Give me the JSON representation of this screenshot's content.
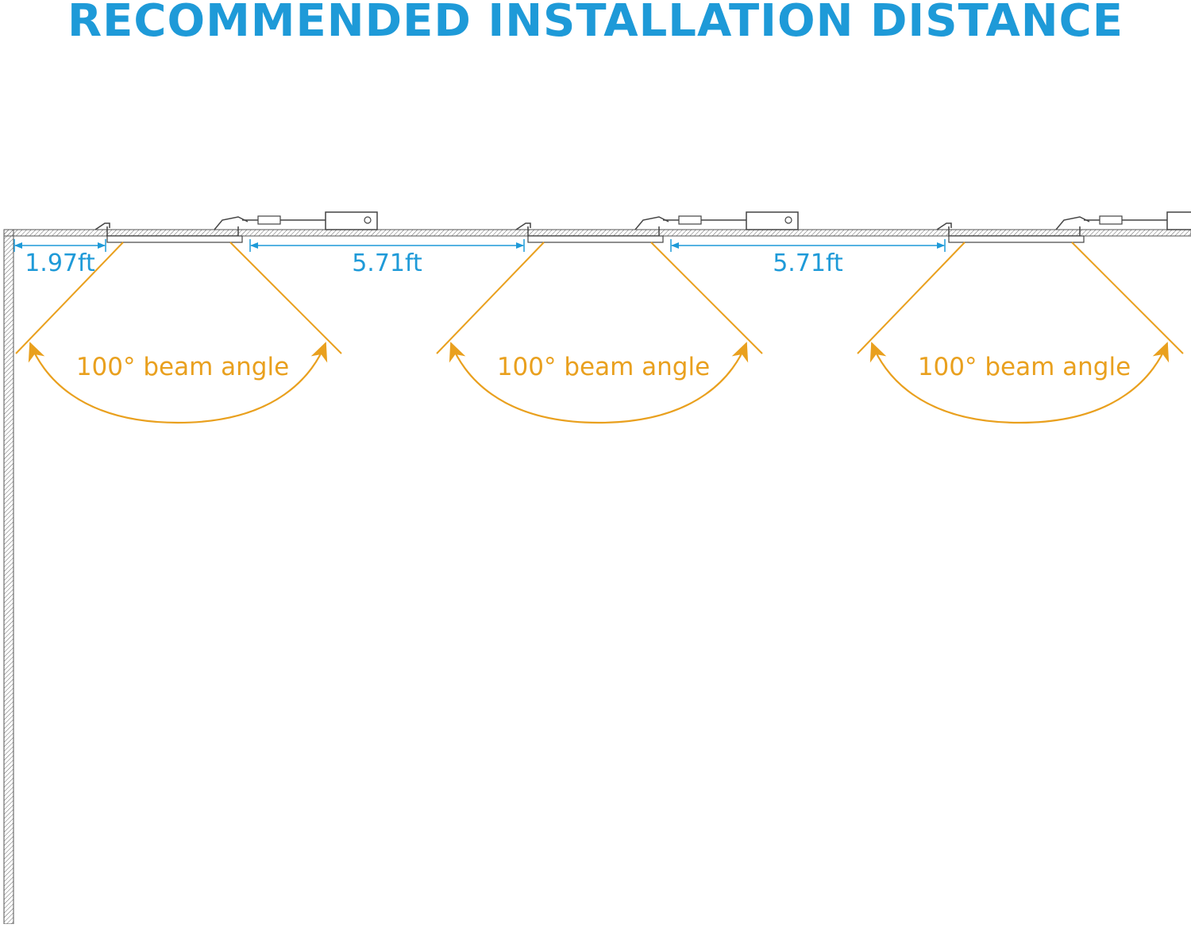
{
  "title": "RECOMMENDED INSTALLATION DISTANCE",
  "colors": {
    "title": "#1e9ad8",
    "dimension": "#1e9ad8",
    "beam": "#e9a01e",
    "line": "#444444"
  },
  "dimensions": [
    {
      "label": "1.97ft"
    },
    {
      "label": "5.71ft"
    },
    {
      "label": "5.71ft"
    }
  ],
  "fixtures": [
    {
      "beam_label": "100° beam angle"
    },
    {
      "beam_label": "100° beam angle"
    },
    {
      "beam_label": "100° beam angle"
    }
  ]
}
